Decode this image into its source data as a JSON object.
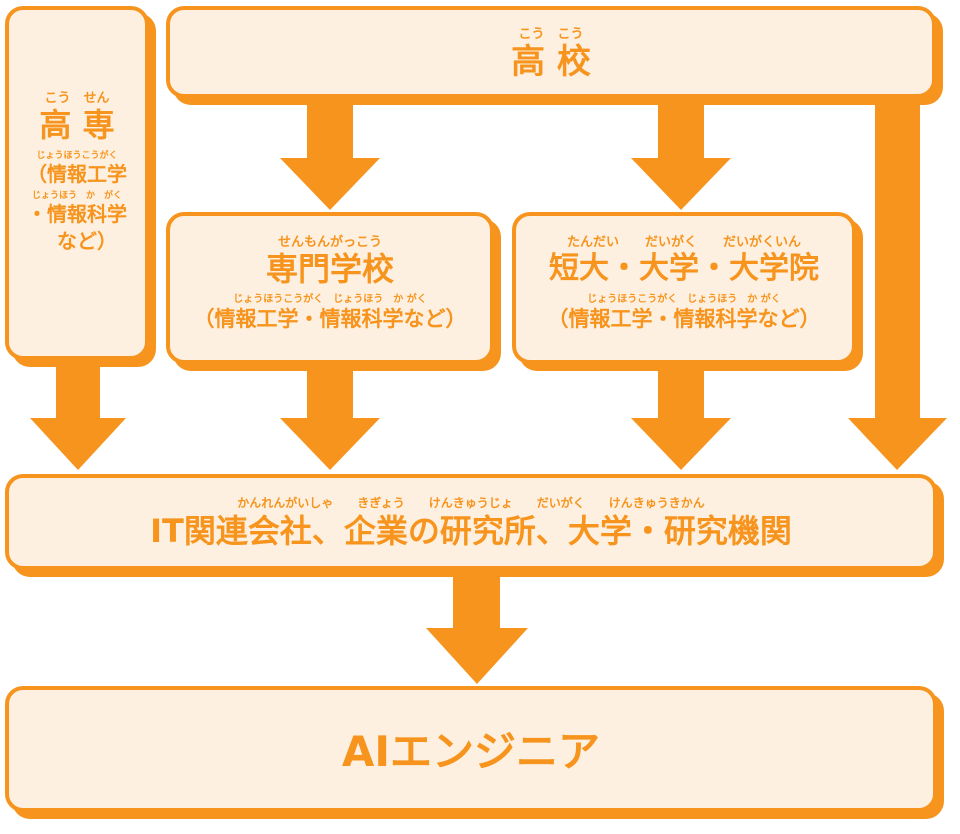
{
  "nodes": {
    "koukou": {
      "ruby": "こう　こう",
      "title": "高 校"
    },
    "kousen": {
      "ruby": "こう　せん",
      "title": "高 専",
      "ruby2": "じょうほうこうがく",
      "line2": "（情報工学",
      "ruby3": "じょうほう　か　がく",
      "line3": "・情報科学",
      "line4": "など）"
    },
    "senmon": {
      "ruby": "せんもんがっこう",
      "title": "専門学校",
      "sub_ruby": "じょうほうこうがく　じょうほう　か がく",
      "sub": "（情報工学・情報科学など）"
    },
    "tandai": {
      "ruby": "たんだい　　だいがく　　だいがくいん",
      "title": "短大・大学・大学院",
      "sub_ruby": "じょうほうこうがく　じょうほう　か がく",
      "sub": "（情報工学・情報科学など）"
    },
    "kigyou": {
      "ruby": "かんれんがいしゃ　　きぎょう　　けんきゅうじょ　　だいがく　　けんきゅうきかん",
      "title": "IT関連会社、企業の研究所、大学・研究機関"
    },
    "engineer": {
      "title": "AIエンジニア"
    }
  },
  "edges": [
    {
      "from": "koukou",
      "to": "senmon"
    },
    {
      "from": "koukou",
      "to": "tandai"
    },
    {
      "from": "koukou",
      "to": "kigyou"
    },
    {
      "from": "kousen",
      "to": "kigyou"
    },
    {
      "from": "senmon",
      "to": "kigyou"
    },
    {
      "from": "tandai",
      "to": "kigyou"
    },
    {
      "from": "kigyou",
      "to": "engineer"
    }
  ],
  "colors": {
    "accent": "#f7941d",
    "box_fill": "#fdf0e1",
    "text": "#f7941d"
  }
}
